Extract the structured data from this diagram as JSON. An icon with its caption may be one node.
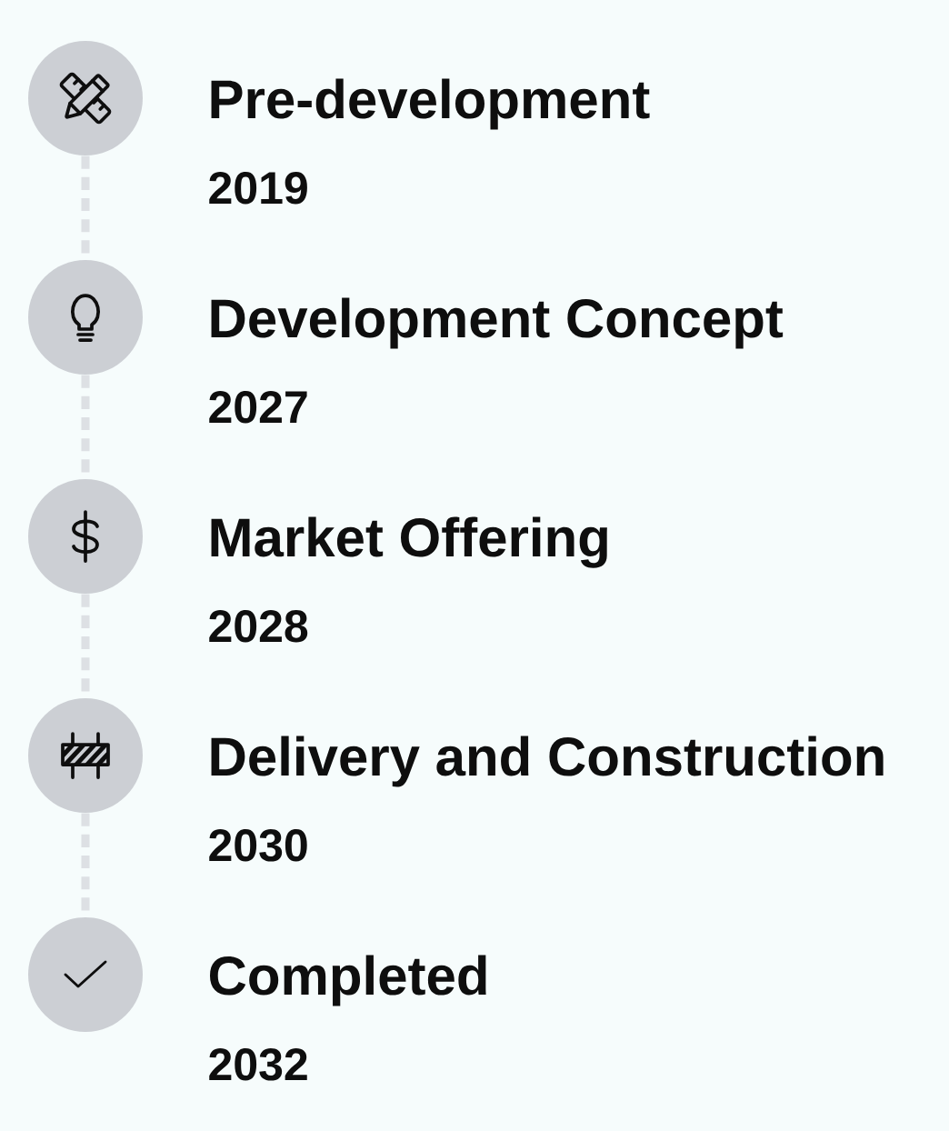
{
  "diagram": {
    "nodes": [
      {
        "text": [],
        "shape": "circle",
        "beside": [
          "Pre-development",
          "2019"
        ]
      },
      {
        "text": [],
        "shape": "circle",
        "beside": [
          "Development Concept",
          "2027"
        ]
      },
      {
        "text": [],
        "shape": "circle",
        "beside": [
          "Market Offering",
          "2028"
        ]
      },
      {
        "text": [],
        "shape": "circle",
        "beside": [
          "Delivery and Construction",
          "2030"
        ]
      },
      {
        "text": [],
        "shape": "circle",
        "beside": [
          "Completed",
          "2032"
        ]
      }
    ],
    "edges": [
      {
        "from": 0,
        "to": 1,
        "arrow": "none",
        "style": "dashed"
      },
      {
        "from": 1,
        "to": 2,
        "arrow": "none",
        "style": "dashed"
      },
      {
        "from": 2,
        "to": 3,
        "arrow": "none",
        "style": "dashed"
      },
      {
        "from": 3,
        "to": 4,
        "arrow": "none",
        "style": "dashed"
      }
    ]
  }
}
